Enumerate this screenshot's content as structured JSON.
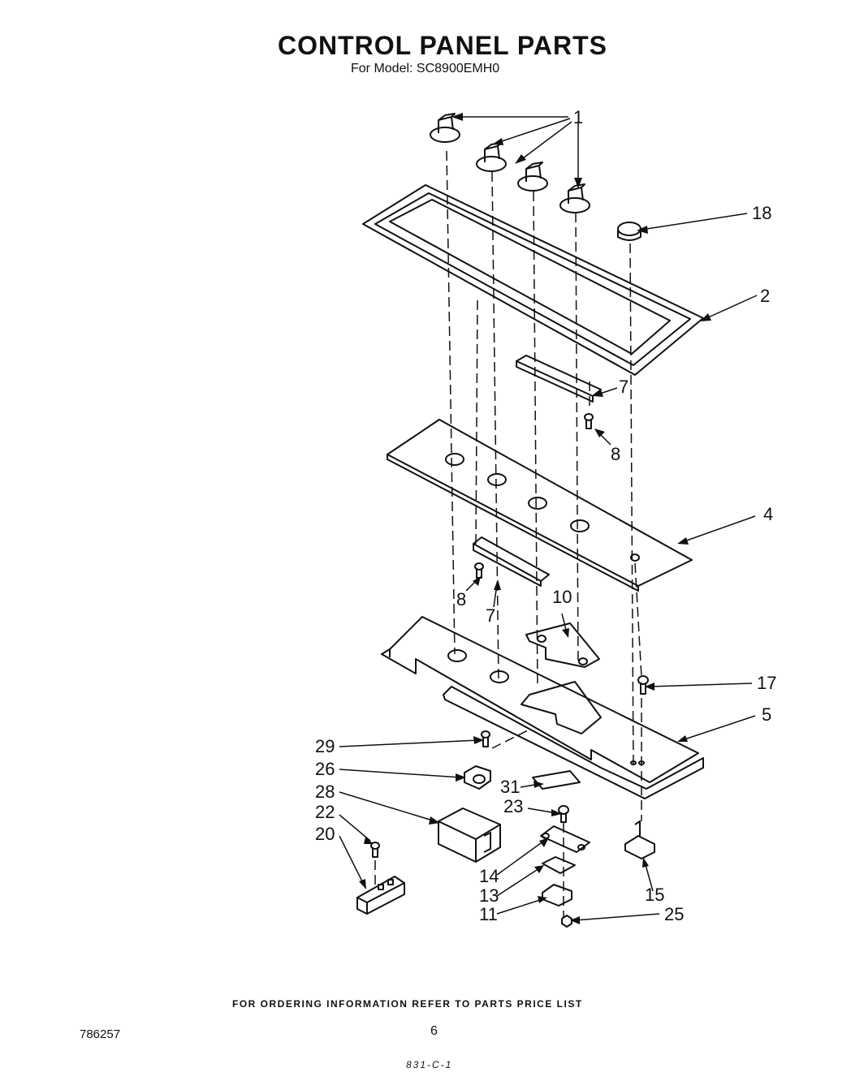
{
  "header": {
    "title": "CONTROL PANEL PARTS",
    "model_line": "For Model: SC8900EMH0"
  },
  "callouts": {
    "c1": "1",
    "c18": "18",
    "c2": "2",
    "c7a": "7",
    "c8a": "8",
    "c4": "4",
    "c8b": "8",
    "c7b": "7",
    "c10": "10",
    "c17": "17",
    "c5": "5",
    "c29": "29",
    "c26": "26",
    "c31": "31",
    "c28": "28",
    "c23": "23",
    "c22": "22",
    "c20": "20",
    "c14": "14",
    "c13": "13",
    "c15": "15",
    "c11": "11",
    "c25": "25"
  },
  "footer": {
    "ordering_note": "FOR ORDERING INFORMATION REFER TO PARTS PRICE LIST",
    "doc_code": "786257",
    "page_number": "6",
    "sheet_code": "831-C-1"
  }
}
